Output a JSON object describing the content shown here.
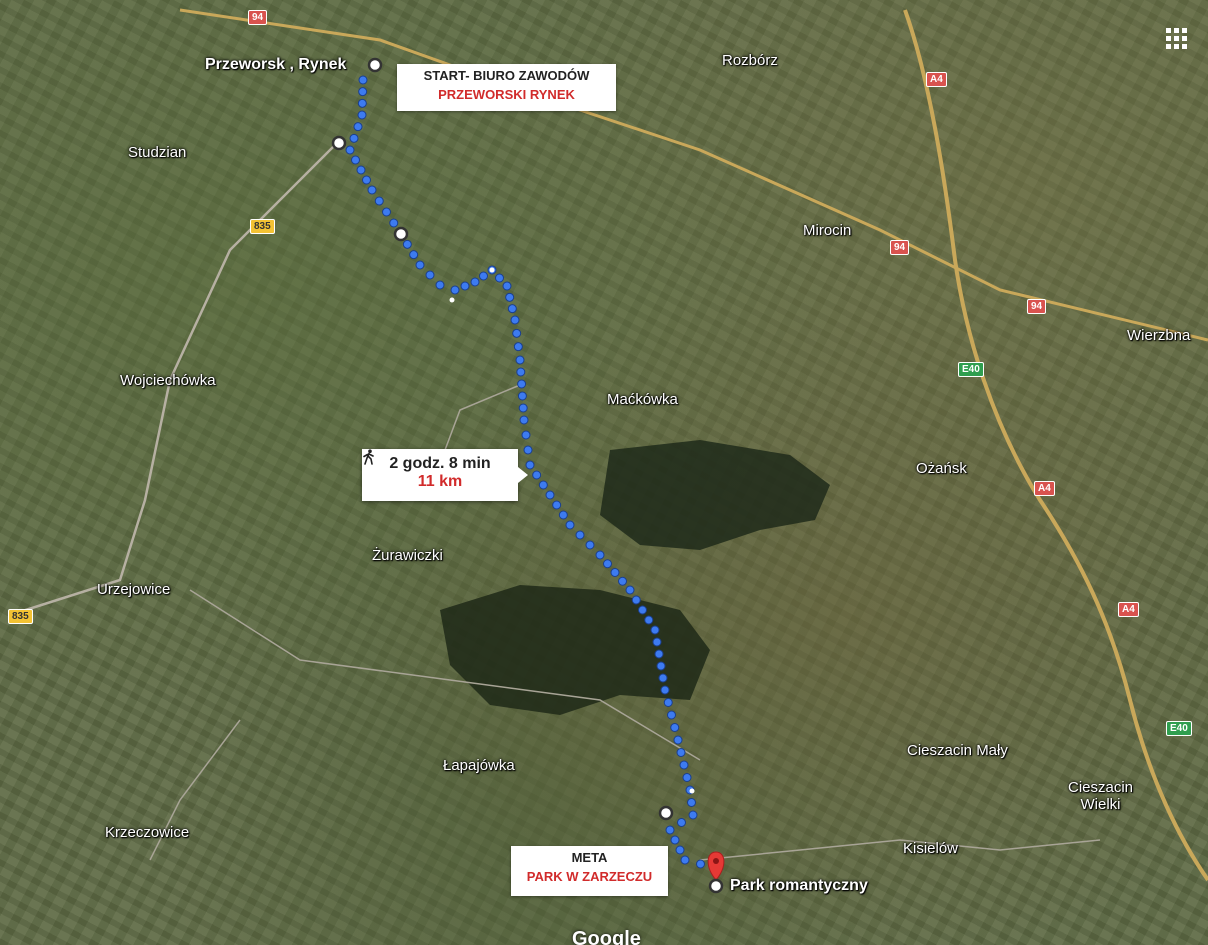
{
  "places": {
    "przeworsk": "Przeworsk , Rynek",
    "studzian": "Studzian",
    "rozborz": "Rozbórz",
    "mirocin": "Mirocin",
    "wierzbna": "Wierzbna",
    "wojciechowka": "Wojciechówka",
    "mackowka": "Maćkówka",
    "ozansk": "Ożańsk",
    "zurawiczki": "Żurawiczki",
    "urzejowice": "Urzejowice",
    "lapajowka": "Łapajówka",
    "krzeczowice": "Krzeczowice",
    "cieszacin_maly": "Cieszacin Mały",
    "cieszacin_wielki_1": "Cieszacin",
    "cieszacin_wielki_2": "Wielki",
    "kisielow": "Kisielów",
    "park": "Park romantyczny"
  },
  "roads": {
    "r94": "94",
    "r835": "835",
    "a4": "A4",
    "e40": "E40"
  },
  "start_box": {
    "line1": "START- BIURO ZAWODÓW",
    "line2": "PRZEWORSKI RYNEK"
  },
  "finish_box": {
    "line1": "META",
    "line2": "PARK W ZARZECZU"
  },
  "route": {
    "time": "2 godz. 8 min",
    "distance": "11 km",
    "icon": "walking-person-icon"
  },
  "attribution": "Google",
  "colors": {
    "route": "#3d7bf0",
    "pin": "#e53935",
    "highway": "#c9a85a",
    "accent_red": "#d12b2b"
  }
}
